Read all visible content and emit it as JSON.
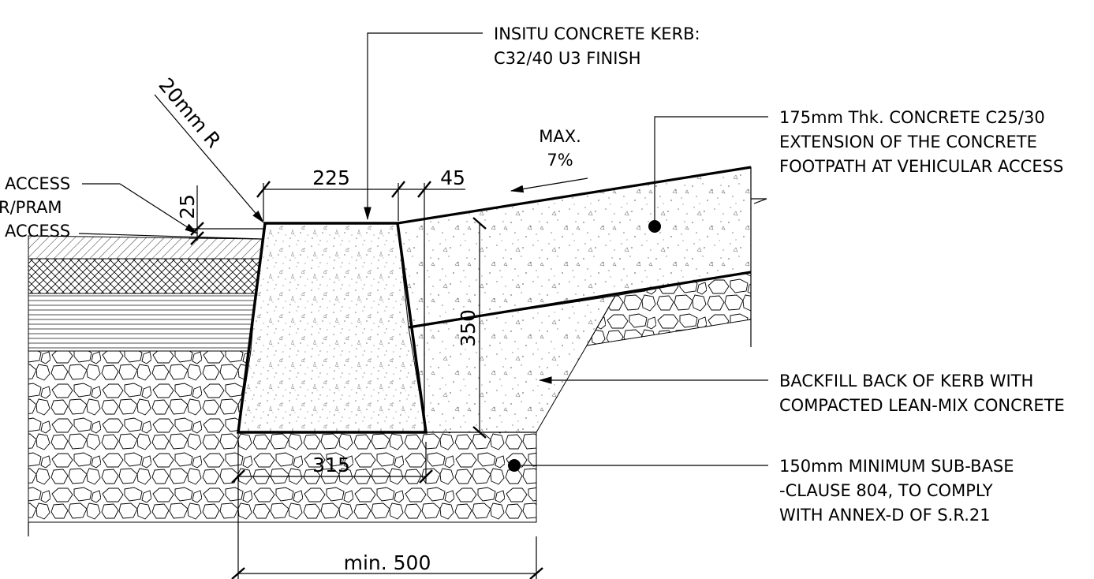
{
  "labels": {
    "kerb_line1": "INSITU CONCRETE KERB:",
    "kerb_line2": "C32/40 U3 FINISH",
    "concrete_line1": "175mm Thk. CONCRETE C25/30",
    "concrete_line2": "EXTENSION OF THE CONCRETE",
    "concrete_line3": "FOOTPATH AT VEHICULAR ACCESS",
    "left_line1": "ACCESS",
    "left_line2": "R/PRAM",
    "left_line3": "ACCESS",
    "backfill_line1": "BACKFILL BACK OF KERB WITH",
    "backfill_line2": "COMPACTED LEAN-MIX CONCRETE",
    "subbase_line1": "150mm MINIMUM SUB-BASE",
    "subbase_line2": "-CLAUSE 804, TO COMPLY",
    "subbase_line3": "WITH ANNEX-D OF S.R.21",
    "radius": "20mm R",
    "slope_line1": "MAX.",
    "slope_line2": "7%"
  },
  "dimensions": {
    "top_width": "225",
    "top_offset": "45",
    "upstand": "25",
    "height": "350",
    "base_width": "315",
    "min_width": "min. 500"
  },
  "colors": {
    "line": "#000000",
    "speckle": "#8a8a8a",
    "background": "#ffffff"
  }
}
